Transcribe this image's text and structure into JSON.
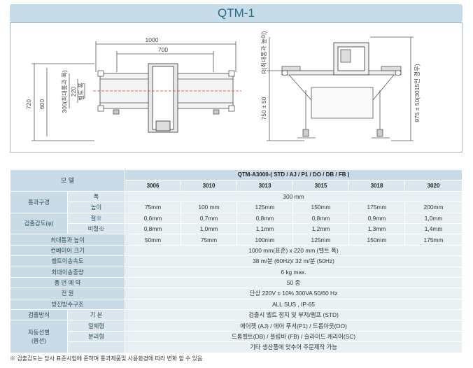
{
  "title": "QTM-1",
  "drawing": {
    "top_view": {
      "dim_width_total": "1000",
      "dim_width_inner": "700",
      "dim_height_total": "720",
      "dim_height_inner": "600",
      "dim_belt": "300(최대통과 폭)",
      "dim_220": "220",
      "dim_belt_width": "벨트 폭"
    },
    "side_view": {
      "dim_r": "R(최대통과 높이)",
      "dim_750": "750 ± 50",
      "dim_975": "975 ± 50(3015인 경우)"
    }
  },
  "table": {
    "model_label": "모 델",
    "model_series": "QTM-A3000-( STD / AJ / P1 / DO / DB / FB )",
    "models": [
      "3006",
      "3010",
      "3013",
      "3015",
      "3018",
      "3020"
    ],
    "aperture_label": "통과구경",
    "width_label": "폭",
    "width_value": "300 mm",
    "height_label": "높이",
    "heights": [
      "75mm",
      "100 mm",
      "125mm",
      "150mm",
      "175mm",
      "200mm"
    ],
    "sensitivity_label": "검출감도(φ)",
    "ferrous_label": "철※",
    "ferrous": [
      "0,6mm",
      "0,7mm",
      "0,8mm",
      "0,8mm",
      "0,9mm",
      "1,0mm"
    ],
    "nonferrous_label": "비철※",
    "nonferrous": [
      "0,8mm",
      "1,0mm",
      "1,1mm",
      "1,2mm",
      "1,3mm",
      "1,4mm"
    ],
    "max_height_label": "최대통과 높이",
    "max_heights": [
      "50mm",
      "75mm",
      "100mm",
      "125mm",
      "150mm",
      "175mm"
    ],
    "rows": [
      {
        "label": "컨베이어 크기",
        "value": "1000 mm(표준)  x  220 mm (벨트 폭)"
      },
      {
        "label": "벨트이송속도",
        "value": "38 m/분 (60Hz)/ 32 m/분 (50Hz)"
      },
      {
        "label": "최대이송중량",
        "value": "6 kg max."
      },
      {
        "label": "품 번 예 약",
        "value": "50 종"
      },
      {
        "label": "전          원",
        "value": "단상 220V ± 10% 300VA 50/60 Hz"
      },
      {
        "label": "방진방수구조",
        "value": "ALL SUS , IP-65"
      }
    ],
    "detection_label": "검출방식",
    "detection_sub": "기 본",
    "detection_value": "검출시 벨트 정지 및 부저/램프 (STD)",
    "auto_label_1": "자동선별",
    "auto_label_2": "(옵션)",
    "auto_integrated": "일체형",
    "auto_integrated_value": "에어젯 (AJ) / 에어 푸셔(P1) / 드롭아웃(DO)",
    "auto_separate": "분리형",
    "auto_separate_value": "드롭벨트(DB) / 플립바 (FB) / 슬라이드 캐리어(SC)",
    "auto_other_value": "기타 생산품에 맞추어 주문제작 가능"
  },
  "footnote": "※ 검출감도는 당사 표준시험에 준하며 통과제품및 사용환경에 따라 변화 할 수 있음"
}
